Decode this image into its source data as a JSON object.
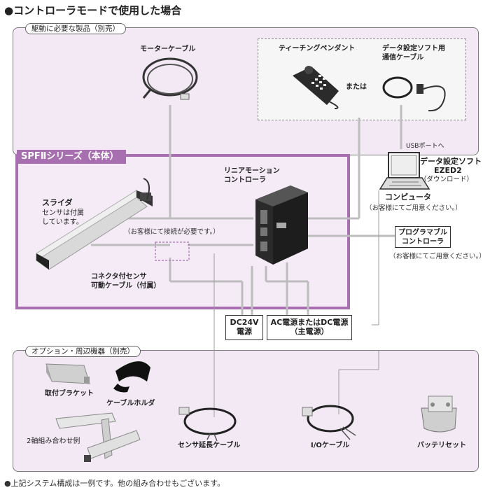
{
  "title": "●コントローラモードで使用した場合",
  "footer": "●上記システム構成は一例です。他の組み合わせもございます。",
  "required_panel": {
    "label": "駆動に必要な製品（別売）",
    "motor_cable": "モーターケーブル",
    "teaching_pendant": "ティーチングペンダント",
    "or": "または",
    "data_cable_line1": "データ設定ソフト用",
    "data_cable_line2": "通信ケーブル"
  },
  "spf": {
    "label": "SPFⅡシリーズ（本体）",
    "slider": "スライダ",
    "slider_note_line1": "センサは付属",
    "slider_note_line2": "しています。",
    "connection_note": "（お客様にて接続が必要です。）",
    "cable_line1": "コネクタ付センサ",
    "cable_line2": "可動ケーブル（付属）"
  },
  "controller": {
    "line1": "リニアモーション",
    "line2": "コントローラ"
  },
  "computer": {
    "usb": "USBポートへ",
    "software": "データ設定ソフト",
    "ezed": "EZED2",
    "download": "（ダウンロード）",
    "label": "コンピュータ",
    "note": "（お客様にてご用意ください。）"
  },
  "plc": {
    "line1": "プログラマブル",
    "line2": "コントローラ",
    "note": "（お客様にてご用意ください。）"
  },
  "power": {
    "dc24_line1": "DC24V",
    "dc24_line2": "電源",
    "main_line1": "AC電源またはDC電源",
    "main_line2": "（主電源）"
  },
  "options_panel": {
    "label": "オプション・周辺機器（別売）",
    "bracket": "取付ブラケット",
    "cable_holder": "ケーブルホルダ",
    "two_axis": "2軸組み合わせ例",
    "sensor_ext_cable": "センサ延長ケーブル",
    "io_cable": "I/Oケーブル",
    "battery": "バッテリセット"
  }
}
